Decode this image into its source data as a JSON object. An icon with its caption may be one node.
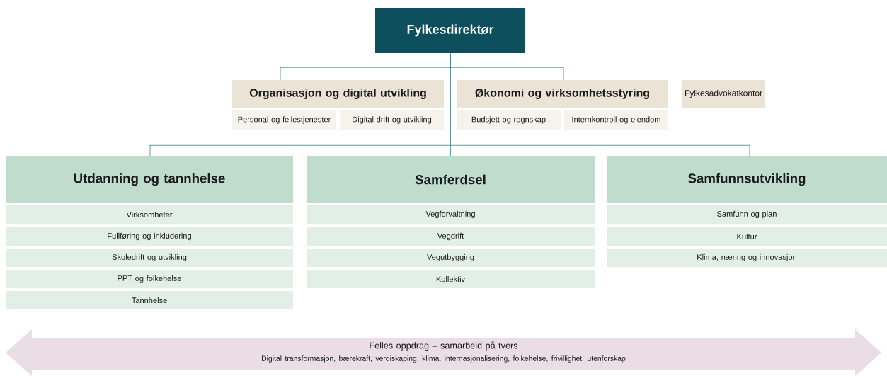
{
  "diagram": {
    "nodes": [
      {
        "text": [
          "Fylkesdirektør"
        ]
      },
      {
        "text": [
          "Organisasjon og digital utvikling"
        ]
      },
      {
        "text": [
          "Økonomi og virksomhetsstyring"
        ]
      },
      {
        "text": [
          "Fylkesadvokatkontor"
        ]
      },
      {
        "text": [
          "Personal og fellestjenester"
        ]
      },
      {
        "text": [
          "Digital drift og utvikling"
        ]
      },
      {
        "text": [
          "Budsjett og regnskap"
        ]
      },
      {
        "text": [
          "Internkontroll og eiendom"
        ]
      },
      {
        "text": [
          "Utdanning og tannhelse"
        ]
      },
      {
        "text": [
          "Samferdsel"
        ]
      },
      {
        "text": [
          "Samfunnsutvikling"
        ]
      },
      {
        "text": [
          "Virksomheter"
        ]
      },
      {
        "text": [
          "Fullføring og inkludering"
        ]
      },
      {
        "text": [
          "Skoledrift og utvikling"
        ]
      },
      {
        "text": [
          "PPT og folkehelse"
        ]
      },
      {
        "text": [
          "Tannhelse"
        ]
      },
      {
        "text": [
          "Vegforvaltning"
        ]
      },
      {
        "text": [
          "Vegdrift"
        ]
      },
      {
        "text": [
          "Vegutbygging"
        ]
      },
      {
        "text": [
          "Kollektiv"
        ]
      },
      {
        "text": [
          "Samfunn og plan"
        ]
      },
      {
        "text": [
          "Kultur"
        ]
      },
      {
        "text": [
          "Klima, næring og innovasjon"
        ]
      },
      {
        "text": [
          "Felles oppdrag – samarbeid på tvers",
          "Digital transformasjon, bærekraft, verdiskaping, klima, internasjonalisering, folkehelse, frivillighet, utenforskap"
        ]
      }
    ],
    "edges": [
      {
        "from": 0,
        "to": 1,
        "arrow": "none"
      },
      {
        "from": 0,
        "to": 2,
        "arrow": "none"
      },
      {
        "from": 0,
        "to": 8,
        "arrow": "none"
      },
      {
        "from": 0,
        "to": 9,
        "arrow": "none"
      },
      {
        "from": 0,
        "to": 10,
        "arrow": "none"
      }
    ]
  }
}
